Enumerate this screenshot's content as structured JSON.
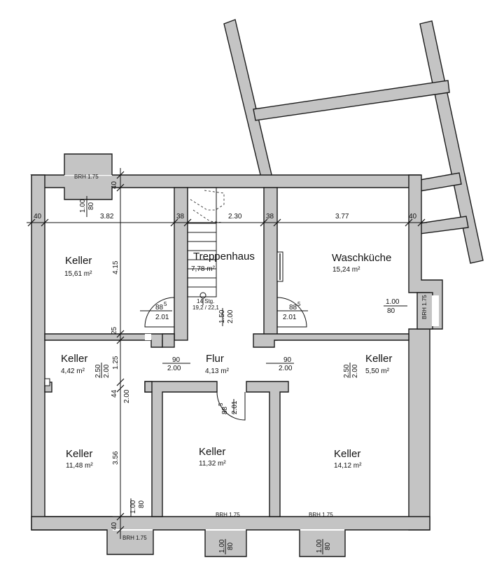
{
  "rooms": {
    "keller_nw": {
      "name": "Keller",
      "area": "15,61 m²"
    },
    "treppenhaus": {
      "name": "Treppenhaus",
      "area": "7,78 m²",
      "steps": "14 Stg.",
      "step_size": "19,2 / 22,1"
    },
    "waschkueche": {
      "name": "Waschküche",
      "area": "15,24 m²"
    },
    "keller_w_small": {
      "name": "Keller",
      "area": "4,42 m²"
    },
    "flur": {
      "name": "Flur",
      "area": "4,13 m²"
    },
    "keller_e_small": {
      "name": "Keller",
      "area": "5,50 m²"
    },
    "keller_sw": {
      "name": "Keller",
      "area": "11,48 m²"
    },
    "keller_s": {
      "name": "Keller",
      "area": "11,32 m²"
    },
    "keller_se": {
      "name": "Keller",
      "area": "14,12 m²"
    }
  },
  "dimensions": {
    "wall_w": "40",
    "room_w1": "3.82",
    "wall_38a": "38",
    "stair_w": "2.30",
    "wall_38b": "38",
    "room_w2": "3.77",
    "wall_e": "40",
    "wall_top": "40",
    "room_h1": "4.15",
    "wall_25": "25",
    "h_125": "1.25",
    "wall_44": "44",
    "room_h2": "3.56",
    "wall_bottom": "40"
  },
  "openings": {
    "brh": "BRH 1.75",
    "win_w": "1.00",
    "win_h": "80",
    "door_88_w": "88",
    "door_88_sup": "5",
    "door_88_h": "2.01",
    "door_885_r": "88",
    "door_885_r_sup": "5",
    "flur_door_w": "90",
    "flur_door_h": "2.00",
    "flur_opening_w": "1.50",
    "flur_opening_h": "2.00",
    "door_250": "2.50",
    "door_200": "2.00",
    "door_s_w": "88",
    "door_s_sup": "5",
    "door_s_h": "2.01"
  }
}
